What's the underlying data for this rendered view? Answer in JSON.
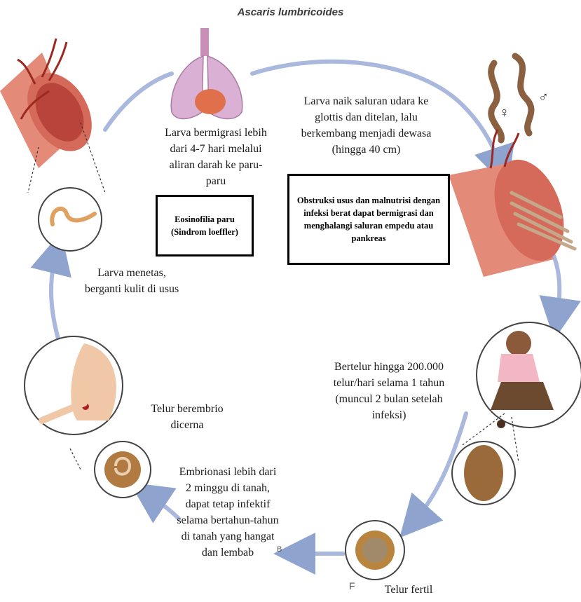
{
  "title": "Ascaris lumbricoides",
  "stages": {
    "lung": "Larva bermigrasi lebih dari 4-7 hari melalui aliran darah ke paru-paru",
    "swallow": "Larva naik saluran udara ke glottis dan ditelan, lalu berkembang menjadi dewasa (hingga 40 cm)",
    "hatch": "Larva menetas, berganti kulit di usus",
    "eggs_laid": "Bertelur hingga 200.000 telur/hari selama 1 tahun (muncul 2 bulan setelah infeksi)",
    "ingested": "Telur berembrio dicerna",
    "embryonation": "Embrionasi lebih dari 2 minggu di tanah, dapat tetap infektif selama bertahun-tahun di tanah yang hangat dan lembab",
    "fertile_egg": "Telur fertil"
  },
  "boxes": {
    "eosinophilia": "Eosinofilia paru (Sindrom loeffler)",
    "obstruction": "Obstruksi usus dan malnutrisi dengan infeksi berat dapat bermigrasi dan menghalangi saluran empedu atau pankreas"
  },
  "symbols": {
    "female": "♀",
    "male": "♂"
  },
  "letters": {
    "b": "B",
    "f": "F"
  },
  "colors": {
    "arrow": "#8fa3cf",
    "intestine": "#e8806d",
    "lung": "#d8b4d8",
    "vessel": "#b0322a",
    "egg": "#7b4a2a"
  }
}
